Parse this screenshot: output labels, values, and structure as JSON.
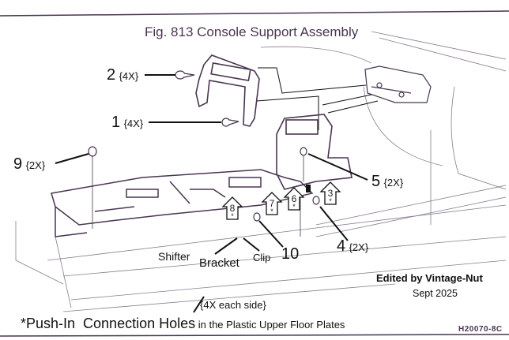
{
  "figure": {
    "title": "Fig. 813 Console Support Assembly",
    "code": "H20070-8C"
  },
  "callouts": [
    {
      "number": "2",
      "quantity": "{4X}"
    },
    {
      "number": "1",
      "quantity": "{4X}"
    },
    {
      "number": "9",
      "quantity": "{2X}"
    },
    {
      "number": "5",
      "quantity": "{2X}"
    },
    {
      "number": "4",
      "quantity": "{2X}"
    },
    {
      "number": "10",
      "quantity": ""
    }
  ],
  "hole_markers": [
    {
      "number": "8",
      "mark": "*"
    },
    {
      "number": "7",
      "mark": "*"
    },
    {
      "number": "6",
      "mark": "*"
    },
    {
      "number": "3",
      "mark": "*"
    }
  ],
  "part_labels": {
    "shifter": "Shifter",
    "bracket": "Bracket",
    "clip": "Clip"
  },
  "annotations": {
    "edited_by": "Edited by Vintage-Nut",
    "date": "Sept 2025",
    "each_side": "{4X each side}",
    "footnote_main": "*Push-In  Connection Holes",
    "footnote_rest": " in the Plastic Upper Floor Plates"
  },
  "colors": {
    "ink": "#111111",
    "sketch": "#4a3550",
    "paper": "#ffffff"
  }
}
